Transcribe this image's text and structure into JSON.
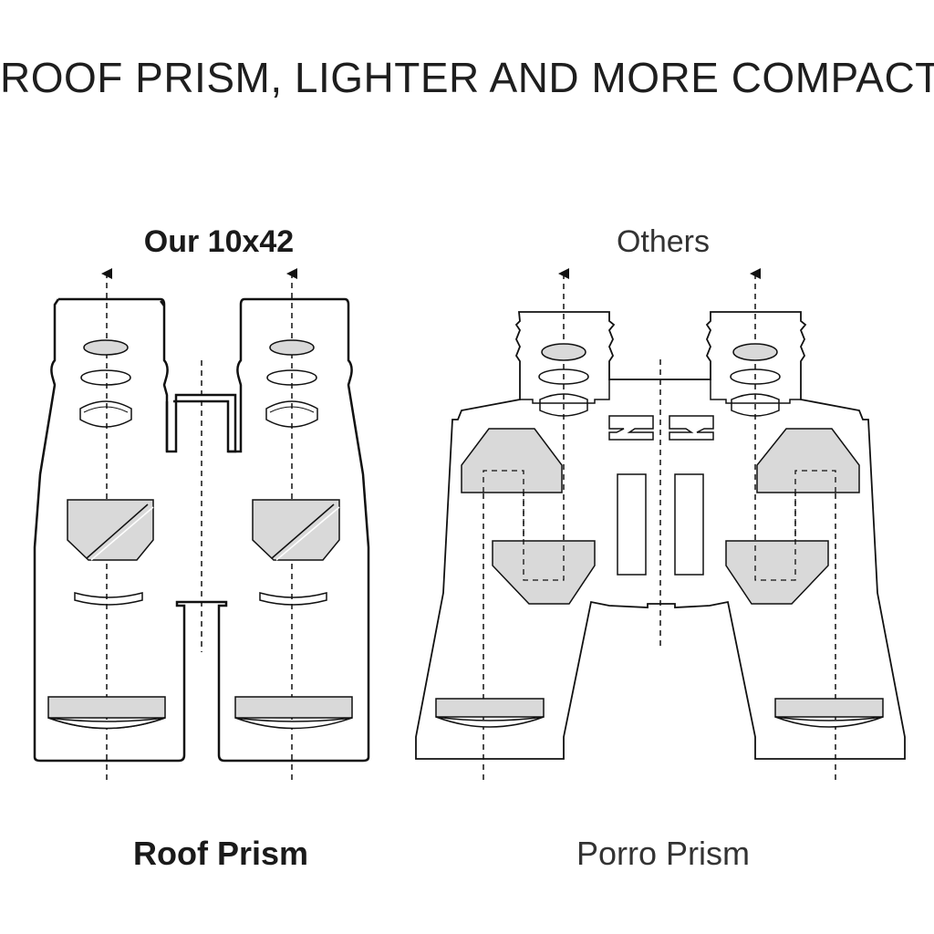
{
  "title": "ROOF PRISM, LIGHTER AND MORE COMPACT",
  "left": {
    "top_label": "Our 10x42",
    "bottom_label": "Roof Prism"
  },
  "right": {
    "top_label": "Others",
    "bottom_label": "Porro Prism"
  },
  "colors": {
    "outline": "#111111",
    "fill": "#d9d9d9",
    "text": "#1e1e1e"
  }
}
